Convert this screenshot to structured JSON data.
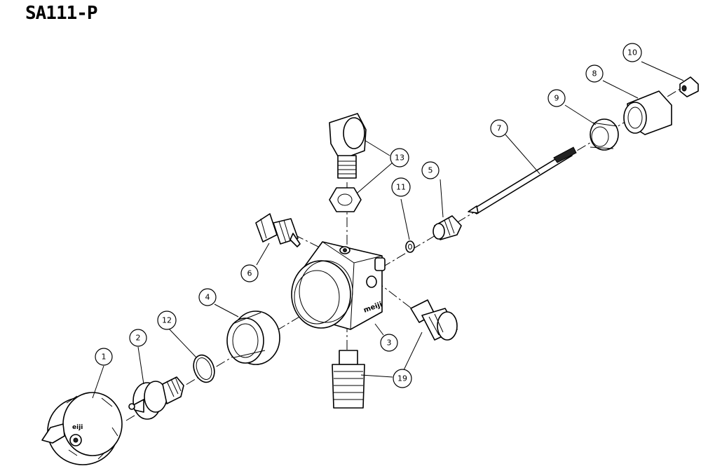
{
  "title": "SA111-P",
  "callouts": [
    {
      "id": "c1",
      "label": "1"
    },
    {
      "id": "c2",
      "label": "2"
    },
    {
      "id": "c3",
      "label": "3"
    },
    {
      "id": "c4",
      "label": "4"
    },
    {
      "id": "c5",
      "label": "5"
    },
    {
      "id": "c6",
      "label": "6"
    },
    {
      "id": "c7",
      "label": "7"
    },
    {
      "id": "c8",
      "label": "8"
    },
    {
      "id": "c9",
      "label": "9"
    },
    {
      "id": "c10",
      "label": "10"
    },
    {
      "id": "c11",
      "label": "11"
    },
    {
      "id": "c12",
      "label": "12"
    },
    {
      "id": "c13",
      "label": "13"
    },
    {
      "id": "c19",
      "label": "19"
    }
  ],
  "body_marking": "meiji",
  "cap_marking": "eiji"
}
